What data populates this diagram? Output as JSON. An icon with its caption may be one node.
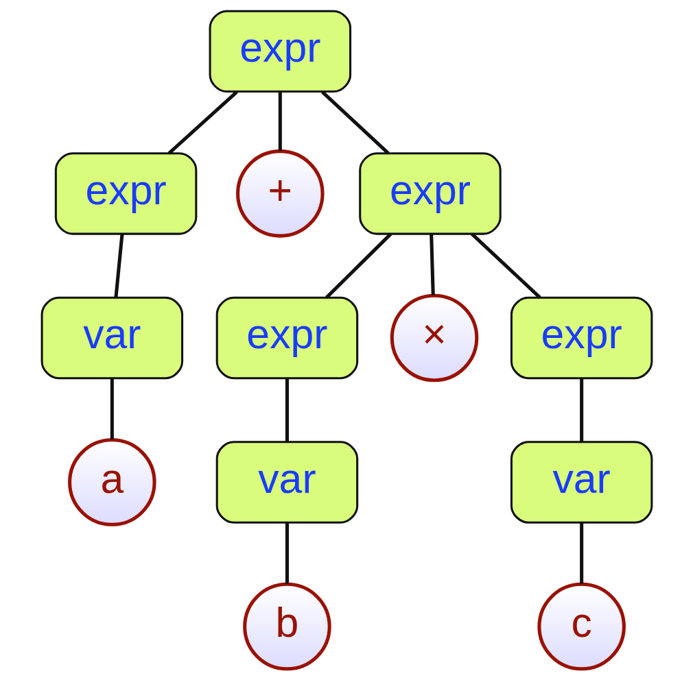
{
  "diagram": {
    "nodes": [
      {
        "text": [
          "expr"
        ]
      },
      {
        "text": [
          "expr"
        ]
      },
      {
        "text": [
          "+"
        ]
      },
      {
        "text": [
          "expr"
        ]
      },
      {
        "text": [
          "var"
        ]
      },
      {
        "text": [
          "expr"
        ]
      },
      {
        "text": [
          "×"
        ]
      },
      {
        "text": [
          "expr"
        ]
      },
      {
        "text": [
          "a"
        ]
      },
      {
        "text": [
          "var"
        ]
      },
      {
        "text": [
          "var"
        ]
      },
      {
        "text": [
          "b"
        ]
      },
      {
        "text": [
          "c"
        ]
      }
    ],
    "edges": [
      {
        "from": 0,
        "to": 1,
        "arrow": "none"
      },
      {
        "from": 0,
        "to": 2,
        "arrow": "none"
      },
      {
        "from": 0,
        "to": 3,
        "arrow": "none"
      },
      {
        "from": 1,
        "to": 4,
        "arrow": "none"
      },
      {
        "from": 4,
        "to": 8,
        "arrow": "none"
      },
      {
        "from": 3,
        "to": 5,
        "arrow": "none"
      },
      {
        "from": 3,
        "to": 6,
        "arrow": "none"
      },
      {
        "from": 3,
        "to": 7,
        "arrow": "none"
      },
      {
        "from": 5,
        "to": 9,
        "arrow": "none"
      },
      {
        "from": 9,
        "to": 11,
        "arrow": "none"
      },
      {
        "from": 7,
        "to": 10,
        "arrow": "none"
      },
      {
        "from": 10,
        "to": 12,
        "arrow": "none"
      }
    ]
  }
}
